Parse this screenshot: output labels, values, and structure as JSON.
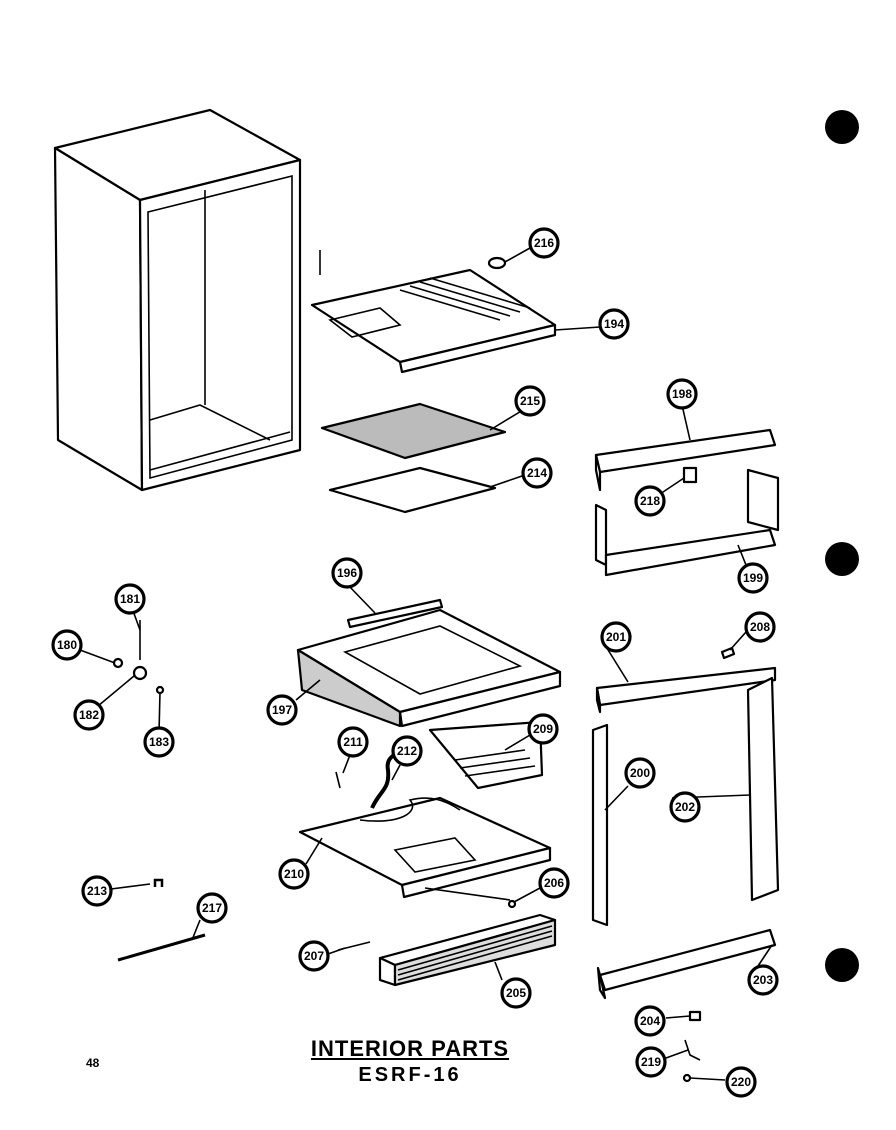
{
  "title": {
    "line1": "INTERIOR PARTS",
    "line2": "ESRF-16"
  },
  "page_number": "48",
  "callouts": [
    {
      "id": "c216a",
      "label": "216"
    },
    {
      "id": "c194",
      "label": "194"
    },
    {
      "id": "c215",
      "label": "215"
    },
    {
      "id": "c214",
      "label": "214"
    },
    {
      "id": "c198",
      "label": "198"
    },
    {
      "id": "c218",
      "label": "218"
    },
    {
      "id": "c199",
      "label": "199"
    },
    {
      "id": "c181",
      "label": "181"
    },
    {
      "id": "c180",
      "label": "180"
    },
    {
      "id": "c182",
      "label": "182"
    },
    {
      "id": "c183",
      "label": "183"
    },
    {
      "id": "c196",
      "label": "196"
    },
    {
      "id": "c197",
      "label": "197"
    },
    {
      "id": "c201",
      "label": "201"
    },
    {
      "id": "c208",
      "label": "208"
    },
    {
      "id": "c211",
      "label": "211"
    },
    {
      "id": "c212",
      "label": "212"
    },
    {
      "id": "c209",
      "label": "209"
    },
    {
      "id": "c200",
      "label": "200"
    },
    {
      "id": "c202",
      "label": "202"
    },
    {
      "id": "c210",
      "label": "210"
    },
    {
      "id": "c206",
      "label": "206"
    },
    {
      "id": "c213",
      "label": "213"
    },
    {
      "id": "c217",
      "label": "217"
    },
    {
      "id": "c207",
      "label": "207"
    },
    {
      "id": "c205",
      "label": "205"
    },
    {
      "id": "c203",
      "label": "203"
    },
    {
      "id": "c204",
      "label": "204"
    },
    {
      "id": "c219",
      "label": "219"
    },
    {
      "id": "c220",
      "label": "220"
    }
  ]
}
